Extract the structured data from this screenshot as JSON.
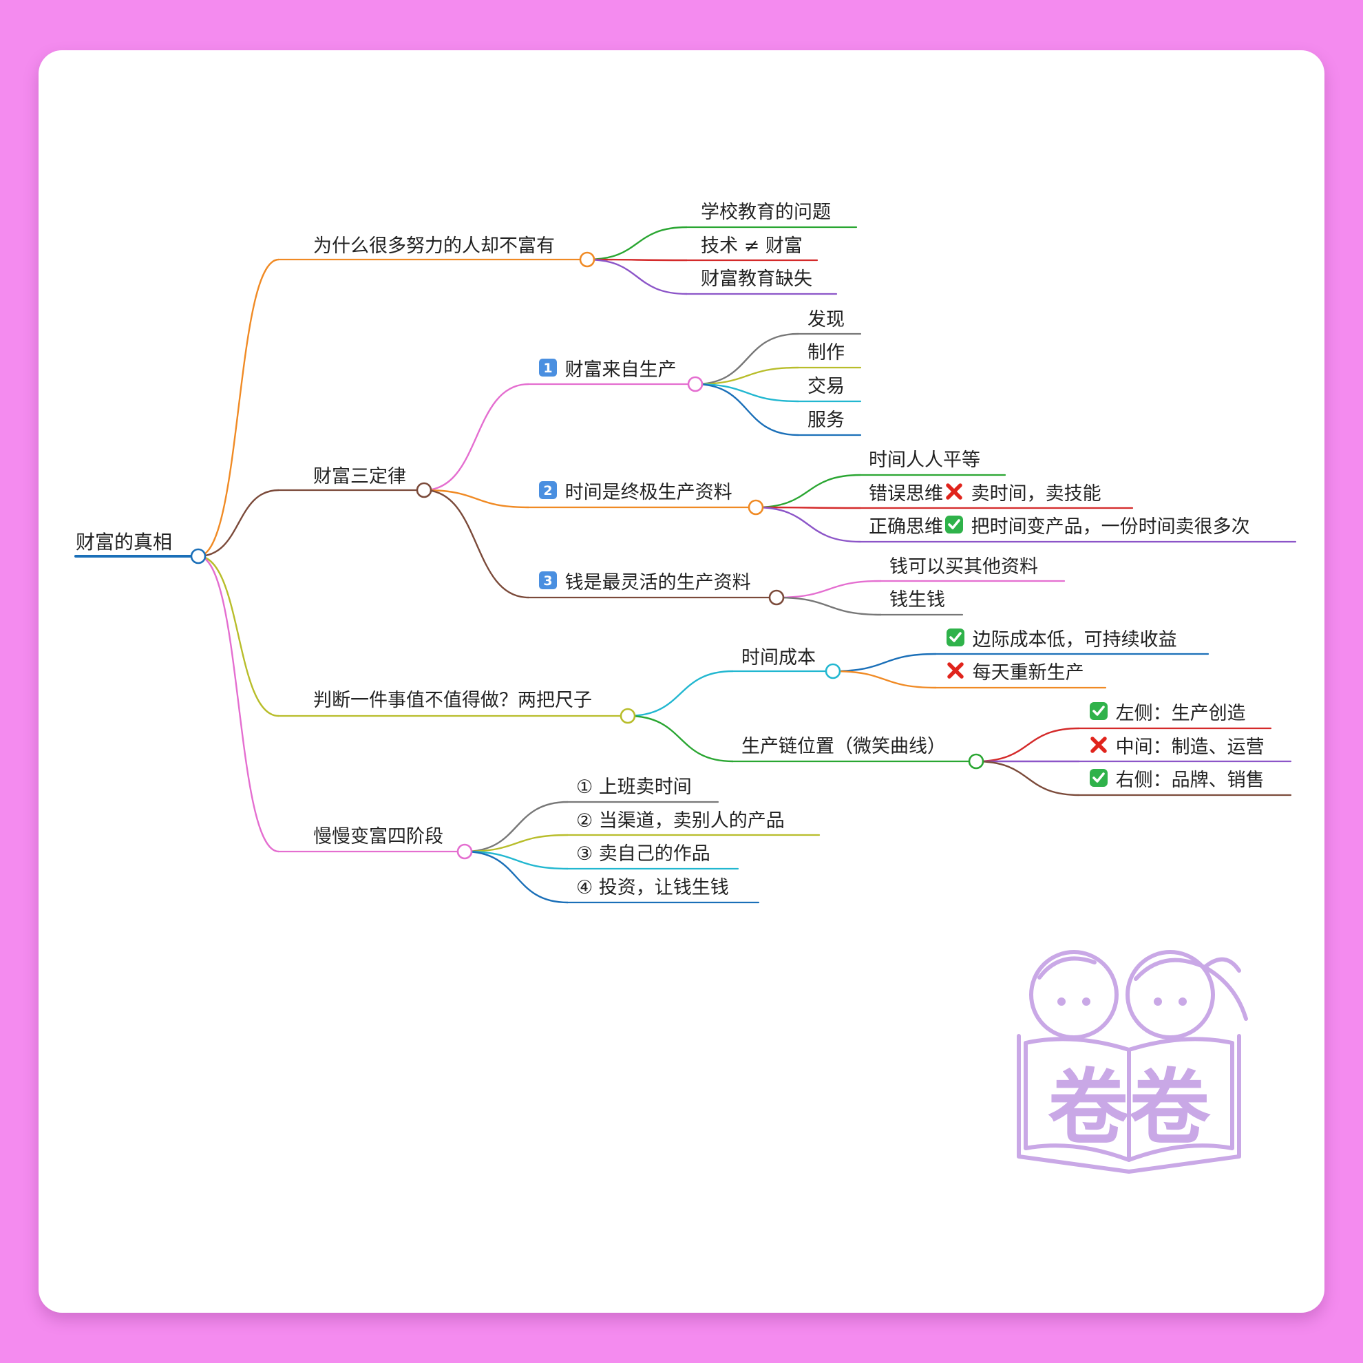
{
  "mindmap": {
    "root": {
      "id": "root",
      "label": "财富的真相",
      "color": "#1a6fb8",
      "children": [
        {
          "id": "why",
          "label": "为什么很多努力的人却不富有",
          "color": "#f08a24",
          "children": [
            {
              "id": "why-1",
              "label": "学校教育的问题",
              "color": "#2aa632"
            },
            {
              "id": "why-2",
              "label": "技术 ≠ 财富",
              "color": "#d42a2a"
            },
            {
              "id": "why-3",
              "label": "财富教育缺失",
              "color": "#8c55c8"
            }
          ]
        },
        {
          "id": "laws",
          "label": "财富三定律",
          "color": "#7b4a3a",
          "children": [
            {
              "id": "law1",
              "label": "财富来自生产",
              "badge": "1",
              "color": "#e46ed0",
              "children": [
                {
                  "id": "law1-1",
                  "label": "发现",
                  "color": "#777777"
                },
                {
                  "id": "law1-2",
                  "label": "制作",
                  "color": "#b8bd2a"
                },
                {
                  "id": "law1-3",
                  "label": "交易",
                  "color": "#22b7d0"
                },
                {
                  "id": "law1-4",
                  "label": "服务",
                  "color": "#1a6fb8"
                }
              ]
            },
            {
              "id": "law2",
              "label": "时间是终极生产资料",
              "badge": "2",
              "color": "#f08a24",
              "children": [
                {
                  "id": "law2-1",
                  "label": "时间人人平等",
                  "color": "#2aa632"
                },
                {
                  "id": "law2-2",
                  "label": "错误思维",
                  "mark": "cross",
                  "label2": "卖时间，卖技能",
                  "color": "#d42a2a"
                },
                {
                  "id": "law2-3",
                  "label": "正确思维",
                  "mark": "check",
                  "label2": "把时间变产品，一份时间卖很多次",
                  "color": "#8c55c8"
                }
              ]
            },
            {
              "id": "law3",
              "label": "钱是最灵活的生产资料",
              "badge": "3",
              "color": "#7b4a3a",
              "children": [
                {
                  "id": "law3-1",
                  "label": "钱可以买其他资料",
                  "color": "#e46ed0"
                },
                {
                  "id": "law3-2",
                  "label": "钱生钱",
                  "color": "#777777"
                }
              ]
            }
          ]
        },
        {
          "id": "judge",
          "label": "判断一件事值不值得做？两把尺子",
          "color": "#b8bd2a",
          "children": [
            {
              "id": "judge-1",
              "label": "时间成本",
              "color": "#22b7d0",
              "children": [
                {
                  "id": "judge-1-1",
                  "mark": "check",
                  "label": "边际成本低，可持续收益",
                  "color": "#1a6fb8"
                },
                {
                  "id": "judge-1-2",
                  "mark": "cross",
                  "label": "每天重新生产",
                  "color": "#f08a24"
                }
              ]
            },
            {
              "id": "judge-2",
              "label": "生产链位置（微笑曲线）",
              "color": "#2aa632",
              "children": [
                {
                  "id": "judge-2-1",
                  "mark": "check",
                  "label": "左侧：生产创造",
                  "color": "#d42a2a"
                },
                {
                  "id": "judge-2-2",
                  "mark": "cross",
                  "label": "中间：制造、运营",
                  "color": "#8c55c8"
                },
                {
                  "id": "judge-2-3",
                  "mark": "check",
                  "label": "右侧：品牌、销售",
                  "color": "#7b4a3a"
                }
              ]
            }
          ]
        },
        {
          "id": "stages",
          "label": "慢慢变富四阶段",
          "color": "#e46ed0",
          "children": [
            {
              "id": "stage-1",
              "label": "① 上班卖时间",
              "color": "#777777"
            },
            {
              "id": "stage-2",
              "label": "② 当渠道，卖别人的产品",
              "color": "#b8bd2a"
            },
            {
              "id": "stage-3",
              "label": "③ 卖自己的作品",
              "color": "#22b7d0"
            },
            {
              "id": "stage-4",
              "label": "④ 投资，让钱生钱",
              "color": "#1a6fb8"
            }
          ]
        }
      ]
    }
  },
  "watermark": {
    "text": "卷卷",
    "color": "#c9a8e6"
  },
  "colors": {
    "frame": "#f48bef",
    "card": "#ffffff",
    "check": "#2fb24a",
    "cross": "#e0241c",
    "badge": "#4a8fe0"
  }
}
